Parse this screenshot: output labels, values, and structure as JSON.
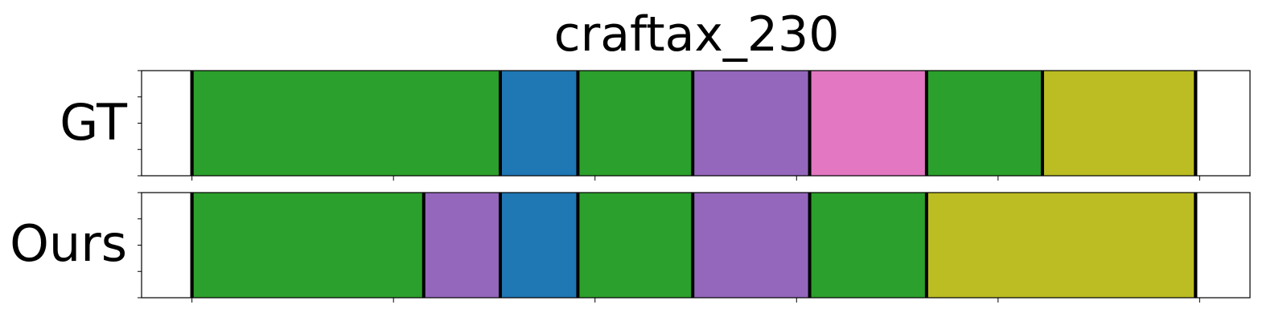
{
  "chart_data": {
    "type": "bar",
    "title": "craftax_230",
    "xlim": [
      0,
      1100
    ],
    "x_ticks": [
      50,
      250,
      450,
      650,
      850,
      1050
    ],
    "tick_labels_shown": false,
    "grid": false,
    "legend": "none",
    "rows": [
      {
        "label": "GT",
        "boundaries": [
          50,
          50,
          356,
          433,
          547,
          663,
          779,
          894,
          1046,
          1046
        ],
        "segments": [
          {
            "start": 50,
            "end": 356,
            "color": "#2ca02c"
          },
          {
            "start": 356,
            "end": 433,
            "color": "#1f77b4"
          },
          {
            "start": 433,
            "end": 547,
            "color": "#2ca02c"
          },
          {
            "start": 547,
            "end": 663,
            "color": "#9467bd"
          },
          {
            "start": 663,
            "end": 779,
            "color": "#e377c2"
          },
          {
            "start": 779,
            "end": 894,
            "color": "#2ca02c"
          },
          {
            "start": 894,
            "end": 1046,
            "color": "#bcbd22"
          }
        ]
      },
      {
        "label": "Ours",
        "boundaries": [
          50,
          50,
          280,
          356,
          433,
          547,
          663,
          779,
          1046,
          1046
        ],
        "segments": [
          {
            "start": 50,
            "end": 280,
            "color": "#2ca02c"
          },
          {
            "start": 280,
            "end": 356,
            "color": "#9467bd"
          },
          {
            "start": 356,
            "end": 433,
            "color": "#1f77b4"
          },
          {
            "start": 433,
            "end": 547,
            "color": "#2ca02c"
          },
          {
            "start": 547,
            "end": 663,
            "color": "#9467bd"
          },
          {
            "start": 663,
            "end": 779,
            "color": "#2ca02c"
          },
          {
            "start": 779,
            "end": 1046,
            "color": "#bcbd22"
          }
        ]
      }
    ]
  }
}
